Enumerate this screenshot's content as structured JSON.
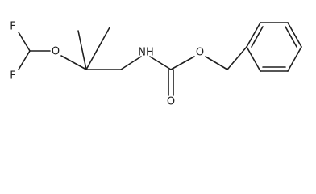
{
  "molecule": {
    "atoms": {
      "f_top": "F",
      "f_bottom": "F",
      "ether_o": "O",
      "amine_n": "NH",
      "carbonyl_o": "O",
      "ester_o": "O"
    }
  }
}
